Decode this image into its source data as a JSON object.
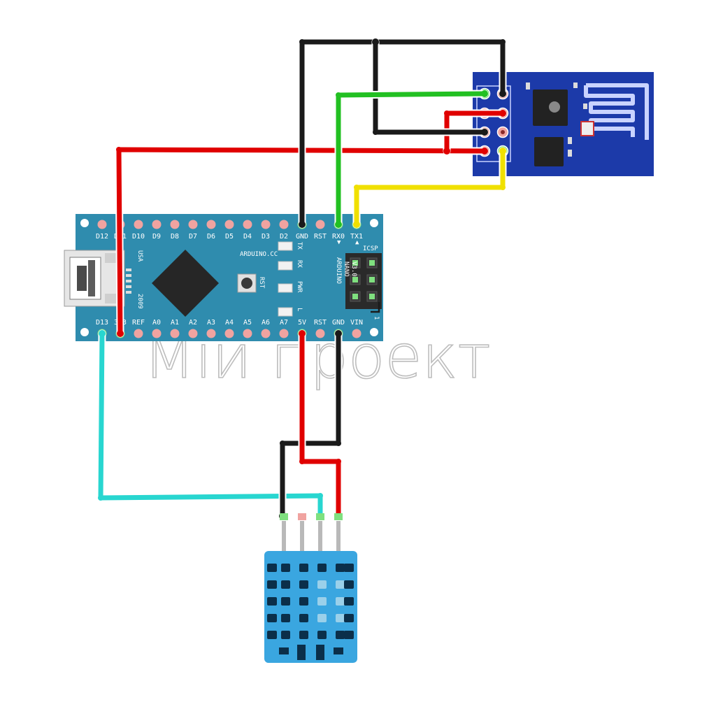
{
  "nano": {
    "top_pins": [
      "D12",
      "D11",
      "D10",
      "D9",
      "D8",
      "D7",
      "D6",
      "D5",
      "D4",
      "D3",
      "D2",
      "GND",
      "RST",
      "RX0",
      "TX1"
    ],
    "bottom_pins": [
      "D13",
      "3V3",
      "REF",
      "A0",
      "A1",
      "A2",
      "A3",
      "A4",
      "A5",
      "A6",
      "A7",
      "5V",
      "RST",
      "GND",
      "VIN"
    ],
    "brand": "ARDUINO.CC",
    "model_lines": [
      "ARDUINO",
      "NANO",
      "V3.0"
    ],
    "usa": "USA",
    "year": "2009",
    "rst_button": "RST",
    "led_labels": [
      "TX",
      "RX",
      "PWR",
      "L"
    ],
    "icsp": "ICSP",
    "rx_marker": "▼",
    "tx_marker": "▲",
    "icsp_pin1": "1"
  },
  "watermark": "Мій проект",
  "colors": {
    "board": "#2f8cae",
    "board_dark": "#1f6f8e",
    "esp": "#1c3aa9",
    "sensor": "#3aa6e0",
    "wire_red": "#e00000",
    "wire_black": "#1a1a1a",
    "wire_green": "#22c022",
    "wire_yellow": "#f0e000",
    "wire_cyan": "#28d6d0",
    "pad": "#f0a3a0"
  }
}
